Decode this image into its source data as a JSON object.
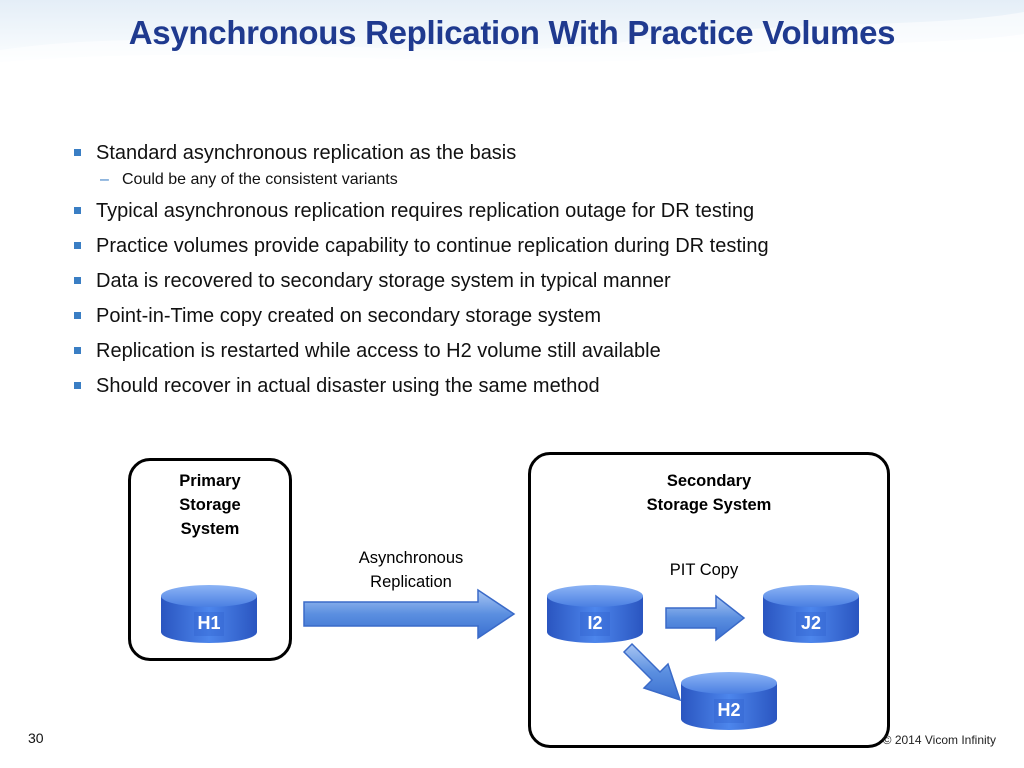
{
  "slide": {
    "title": "Asynchronous Replication With Practice Volumes",
    "page_number": "30",
    "copyright": "© 2014 Vicom Infinity"
  },
  "bullets": [
    {
      "text": "Standard asynchronous replication as the basis",
      "level": 1
    },
    {
      "text": "Could be any of the consistent variants",
      "level": 2
    },
    {
      "text": "Typical asynchronous replication requires replication outage for DR testing",
      "level": 1
    },
    {
      "text": "Practice volumes provide capability to continue replication during DR testing",
      "level": 1
    },
    {
      "text": "Data is recovered to secondary storage system in typical manner",
      "level": 1
    },
    {
      "text": "Point-in-Time copy created on secondary storage system",
      "level": 1
    },
    {
      "text": "Replication is restarted while access to H2 volume still available",
      "level": 1
    },
    {
      "text": "Should recover in actual disaster using the same method",
      "level": 1
    }
  ],
  "diagram": {
    "primary_label": [
      "Primary",
      "Storage",
      "System"
    ],
    "secondary_label": [
      "Secondary",
      "Storage System"
    ],
    "replication_label": [
      "Asynchronous",
      "Replication"
    ],
    "pit_label": "PIT Copy",
    "volumes": {
      "h1": "H1",
      "i2": "I2",
      "j2": "J2",
      "h2": "H2"
    },
    "colors": {
      "volume": "#3a6fd8",
      "arrow": "#5b8fe0",
      "title": "#1f3a8f",
      "bullet": "#3a7ec4"
    }
  }
}
